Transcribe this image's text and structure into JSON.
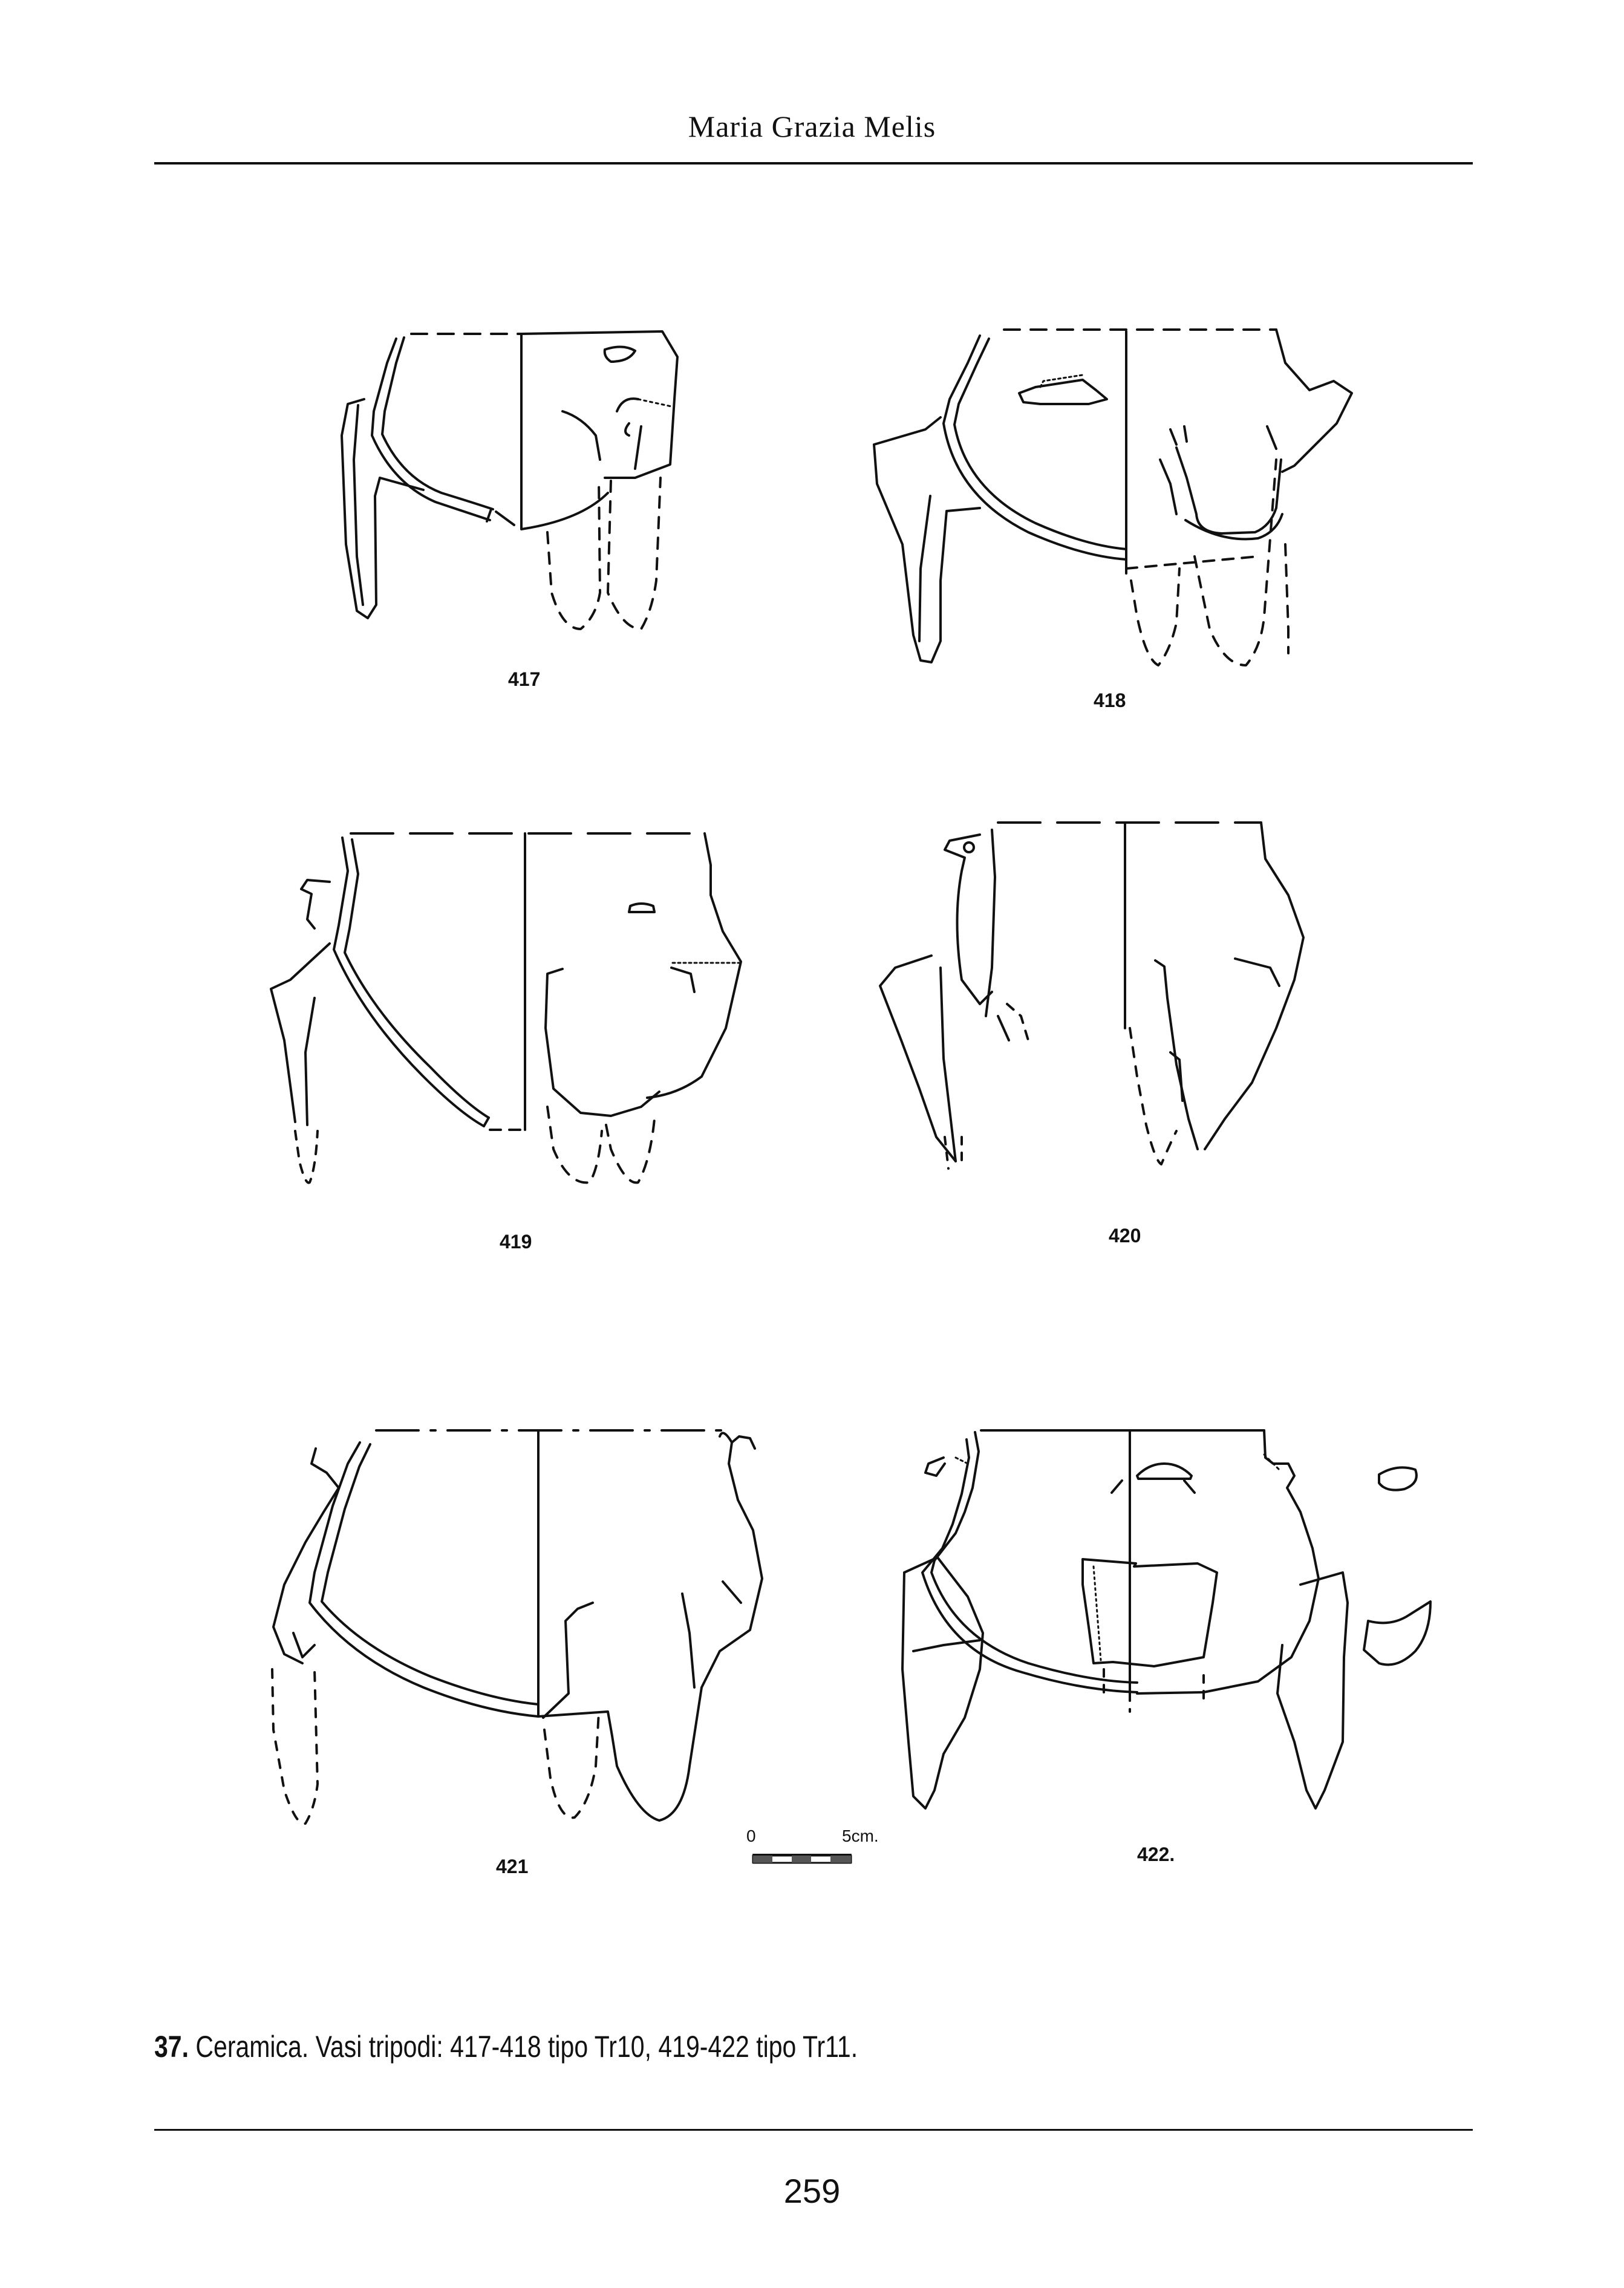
{
  "header": {
    "author": "Maria Grazia Melis"
  },
  "figures": [
    {
      "number": "417"
    },
    {
      "number": "418"
    },
    {
      "number": "419"
    },
    {
      "number": "420"
    },
    {
      "number": "421"
    },
    {
      "number": "422."
    }
  ],
  "scale_bar": {
    "start": "0",
    "end": "5cm."
  },
  "caption": {
    "figure_no": "37.",
    "text": "Ceramica. Vasi tripodi: 417-418 tipo Tr10, 419-422 tipo Tr11."
  },
  "page_number": "259"
}
